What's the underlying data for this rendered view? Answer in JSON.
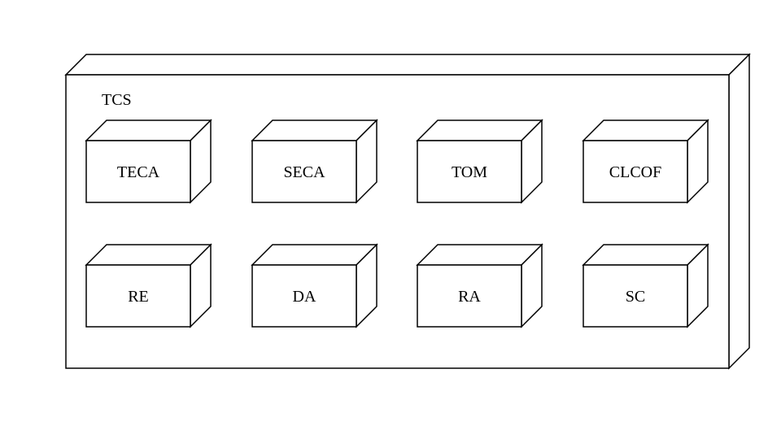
{
  "container": {
    "label": "TCS"
  },
  "nodes": [
    {
      "id": "teca",
      "label": "TECA"
    },
    {
      "id": "seca",
      "label": "SECA"
    },
    {
      "id": "tom",
      "label": "TOM"
    },
    {
      "id": "clcof",
      "label": "CLCOF"
    },
    {
      "id": "re",
      "label": "RE"
    },
    {
      "id": "da",
      "label": "DA"
    },
    {
      "id": "ra",
      "label": "RA"
    },
    {
      "id": "sc",
      "label": "SC"
    }
  ]
}
